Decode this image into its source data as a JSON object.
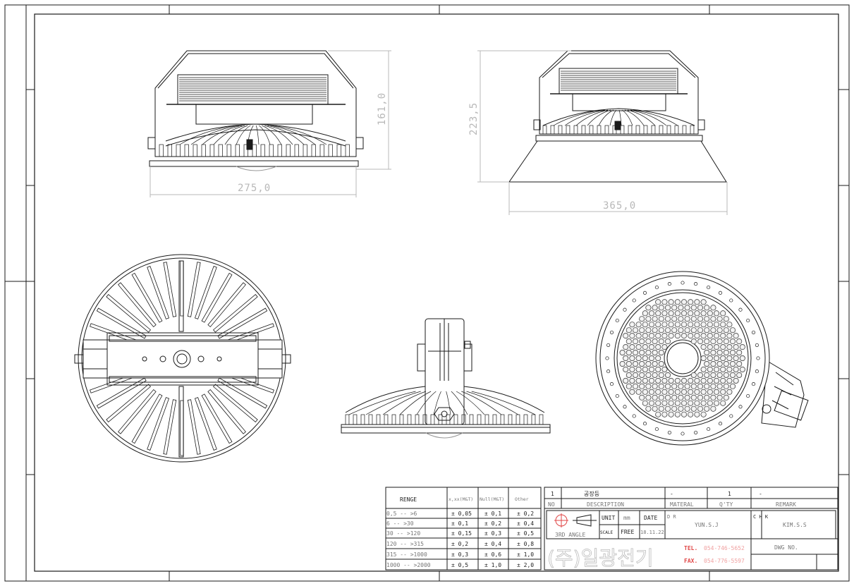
{
  "dimensions": {
    "side_width": "275,0",
    "side_height": "161,0",
    "front_width": "365,0",
    "front_height": "223,5"
  },
  "tolerance_table": {
    "headers": [
      "RENGE",
      "x,xx(M&T)",
      "Null(M&T)",
      "Other"
    ],
    "rows": [
      {
        "range": "0,5   --  >6",
        "xxx": "± 0,05",
        "null": "± 0,1",
        "other": "± 0,2"
      },
      {
        "range": "6    --  >30",
        "xxx": "± 0,1",
        "null": "± 0,2",
        "other": "± 0,4"
      },
      {
        "range": "30   --  >120",
        "xxx": "± 0,15",
        "null": "± 0,3",
        "other": "± 0,5"
      },
      {
        "range": "120   --  >315",
        "xxx": "± 0,2",
        "null": "± 0,4",
        "other": "± 0,8"
      },
      {
        "range": "315   --  >1000",
        "xxx": "± 0,3",
        "null": "± 0,6",
        "other": "± 1,0"
      },
      {
        "range": "1000  --  >2000",
        "xxx": "± 0,5",
        "null": "± 1,0",
        "other": "± 2,0"
      }
    ]
  },
  "title_block": {
    "parts_row": {
      "no": "1",
      "description": "공장등",
      "material": "-",
      "qty": "1",
      "remark": "-"
    },
    "header": {
      "no": "NO",
      "description": "DESCRIPTION",
      "material": "MATERAL",
      "qty": "Q'TY",
      "remark": "REMARK"
    },
    "projection": "3RD ANGLE",
    "unit_label": "UNIT",
    "unit_value": "mm",
    "scale_label": "SCALE",
    "scale_value": "FREE",
    "date_label": "DATE",
    "date_value": "18.11.22",
    "dr_label": "D R",
    "drawer": "YUN.S.J",
    "chk_label": "C H K",
    "checker": "KIM.S.S",
    "company": "(주)일광전기",
    "tel_label": "TEL.",
    "tel_value": "054-746-5652",
    "fax_label": "FAX.",
    "fax_value": "054-776-5597",
    "dwg_label": "DWG NO.",
    "dwg_value": ""
  },
  "colors": {
    "line": "#1a1a1a",
    "dimension": "#b8b8b8",
    "contact": "#e04646"
  }
}
